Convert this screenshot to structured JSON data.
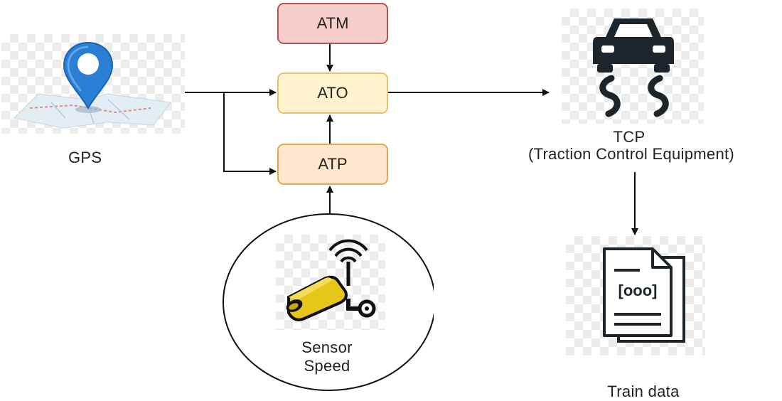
{
  "nodes": {
    "gps": "GPS",
    "atm": "ATM",
    "ato": "ATO",
    "atp": "ATP",
    "tcp_title": "TCP",
    "tcp_subtitle": "(Traction Control Equipment)",
    "sensor_line1": "Sensor",
    "sensor_line2": "Speed",
    "train_data": "Train data",
    "train_data_icon_text": "[ooo]"
  },
  "edges": [
    {
      "from": "gps",
      "to": "ato"
    },
    {
      "from": "gps",
      "to": "atp"
    },
    {
      "from": "atm",
      "to": "ato"
    },
    {
      "from": "atp",
      "to": "ato"
    },
    {
      "from": "sensor",
      "to": "atp"
    },
    {
      "from": "ato",
      "to": "tcp"
    },
    {
      "from": "tcp",
      "to": "train_data"
    }
  ],
  "icons": {
    "gps": "map-pin-icon",
    "tcp": "car-traction-icon",
    "sensor": "speed-sensor-icon",
    "train_data": "document-icon"
  },
  "colors": {
    "atm_fill": "#f8cecc",
    "atm_stroke": "#b85450",
    "ato_fill": "#fff2cc",
    "atp_fill": "#ffe6cc",
    "pin_blue": "#2a7fd4",
    "sensor_yellow": "#e6c619"
  }
}
